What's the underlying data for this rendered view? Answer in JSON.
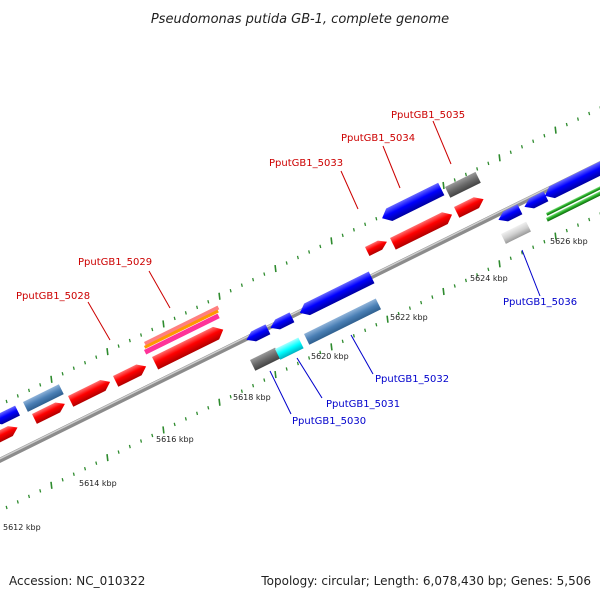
{
  "title": "Pseudomonas putida GB-1, complete genome",
  "footer": {
    "accession": "Accession: NC_010322",
    "summary": "Topology: circular; Length: 6,078,430 bp; Genes: 5,506"
  },
  "colors": {
    "backbone": "#8c8c8c",
    "tick": "#2e8b2e",
    "label_red": "#cc0000",
    "label_blue": "#0000cc"
  },
  "ticks": [
    {
      "label": "5612 kbp",
      "kbp": 5612
    },
    {
      "label": "5614 kbp",
      "kbp": 5614
    },
    {
      "label": "5616 kbp",
      "kbp": 5616
    },
    {
      "label": "5618 kbp",
      "kbp": 5618
    },
    {
      "label": "5620 kbp",
      "kbp": 5620
    },
    {
      "label": "5622 kbp",
      "kbp": 5622
    },
    {
      "label": "5624 kbp",
      "kbp": 5624
    },
    {
      "label": "5626 kbp",
      "kbp": 5626
    }
  ],
  "gene_labels": [
    {
      "text": "PputGB1_5028",
      "strand": "forward"
    },
    {
      "text": "PputGB1_5029",
      "strand": "forward"
    },
    {
      "text": "PputGB1_5030",
      "strand": "reverse"
    },
    {
      "text": "PputGB1_5031",
      "strand": "reverse"
    },
    {
      "text": "PputGB1_5032",
      "strand": "reverse"
    },
    {
      "text": "PputGB1_5033",
      "strand": "forward"
    },
    {
      "text": "PputGB1_5034",
      "strand": "forward"
    },
    {
      "text": "PputGB1_5035",
      "strand": "forward"
    },
    {
      "text": "PputGB1_5036",
      "strand": "reverse"
    }
  ]
}
